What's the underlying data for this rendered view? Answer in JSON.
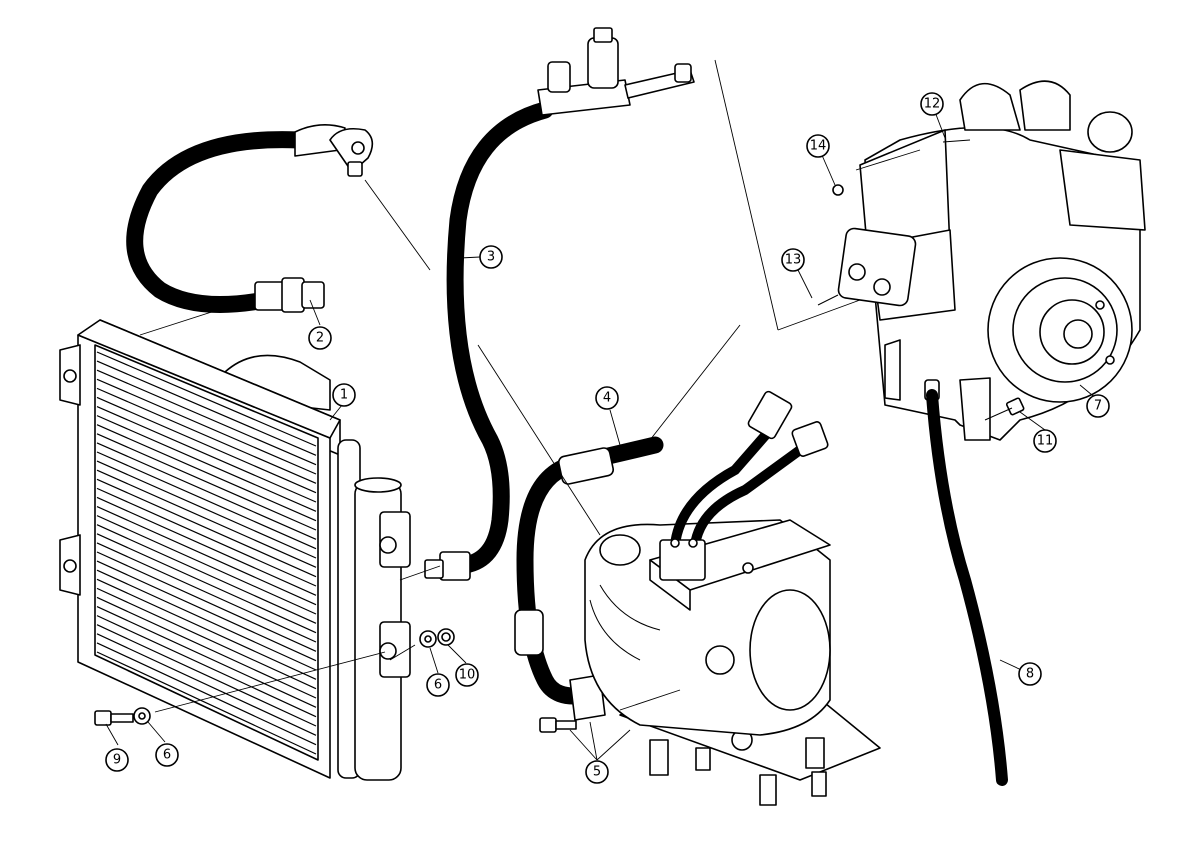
{
  "callouts": [
    {
      "id": "c1",
      "label": "1"
    },
    {
      "id": "c2",
      "label": "2"
    },
    {
      "id": "c3",
      "label": "3"
    },
    {
      "id": "c4",
      "label": "4"
    },
    {
      "id": "c5",
      "label": "5"
    },
    {
      "id": "c6a",
      "label": "6"
    },
    {
      "id": "c6b",
      "label": "6"
    },
    {
      "id": "c7",
      "label": "7"
    },
    {
      "id": "c8",
      "label": "8"
    },
    {
      "id": "c9",
      "label": "9"
    },
    {
      "id": "c10",
      "label": "10"
    },
    {
      "id": "c11",
      "label": "11"
    },
    {
      "id": "c12",
      "label": "12"
    },
    {
      "id": "c13",
      "label": "13"
    },
    {
      "id": "c14",
      "label": "14"
    }
  ]
}
